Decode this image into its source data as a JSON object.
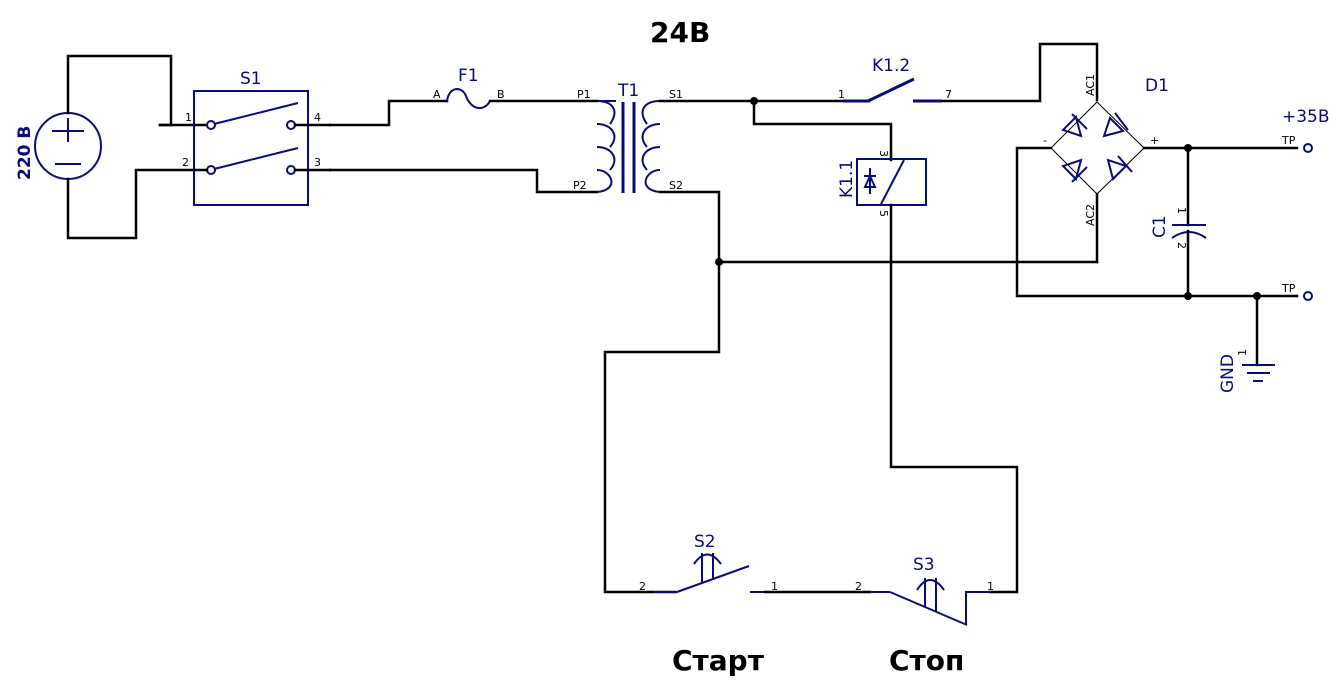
{
  "title": "24В",
  "source": {
    "label": "220 В"
  },
  "components": {
    "S1": {
      "label": "S1",
      "pins": [
        "1",
        "2",
        "3",
        "4"
      ]
    },
    "F1": {
      "label": "F1",
      "pins": [
        "A",
        "B"
      ]
    },
    "T1": {
      "label": "T1",
      "pins": [
        "P1",
        "P2",
        "S1",
        "S2"
      ]
    },
    "K12": {
      "label": "K1.2",
      "pins": [
        "1",
        "7"
      ]
    },
    "K11": {
      "label": "K1.1",
      "pins": [
        "3",
        "5"
      ]
    },
    "D1": {
      "label": "D1",
      "pins": [
        "AC1",
        "AC2",
        "-",
        "+"
      ]
    },
    "C1": {
      "label": "C1",
      "pins": [
        "1",
        "2"
      ]
    },
    "GND": {
      "label": "GND",
      "pin": "1"
    },
    "S2": {
      "label": "S2",
      "pins": [
        "2",
        "1"
      ],
      "caption": "Старт"
    },
    "S3": {
      "label": "S3",
      "pins": [
        "2",
        "1"
      ],
      "caption": "Стоп"
    }
  },
  "outputs": {
    "vplus": {
      "label": "+35B",
      "tp": "TP"
    },
    "gnd_tp": {
      "tp": "TP"
    }
  }
}
